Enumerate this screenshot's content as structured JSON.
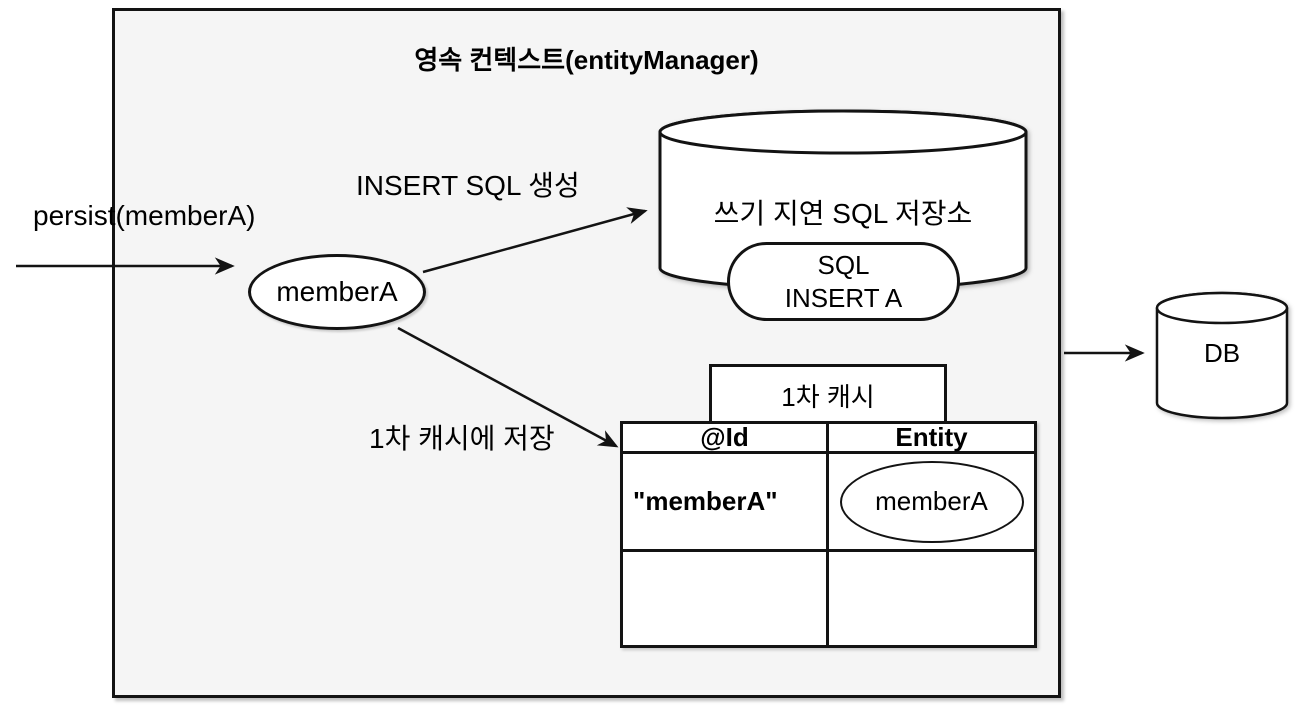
{
  "colors": {
    "stroke": "#131313",
    "context_fill": "#f5f5f5",
    "shape_fill": "#ffffff",
    "page_background": "#ffffff"
  },
  "context": {
    "title": "영속 컨텍스트(entityManager)"
  },
  "labels": {
    "persist_call": "persist(memberA)",
    "insert_sql": "INSERT SQL 생성",
    "save_to_cache": "1차 캐시에 저장"
  },
  "entity_ellipse": {
    "label": "memberA"
  },
  "sql_store": {
    "title": "쓰기 지연 SQL 저장소",
    "item_line1": "SQL",
    "item_line2": "INSERT A"
  },
  "first_level_cache": {
    "title": "1차 캐시",
    "columns": [
      "@Id",
      "Entity"
    ],
    "rows": [
      {
        "id": "\"memberA\"",
        "entity": "memberA"
      },
      {
        "id": "",
        "entity": ""
      }
    ]
  },
  "database": {
    "label": "DB"
  }
}
